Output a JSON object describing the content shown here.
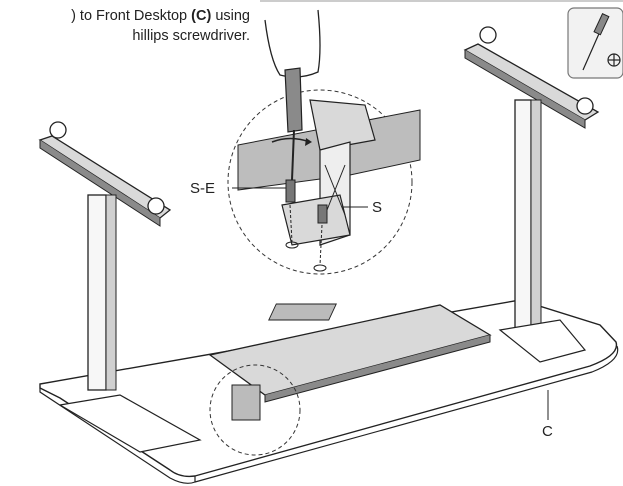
{
  "instruction": {
    "line1_a": ") to Front Desktop ",
    "line1_b": "(C)",
    "line1_c": " using",
    "line2": "hillips screwdriver."
  },
  "callouts": {
    "screw": "S-E",
    "bracket": "S",
    "desktop": "C"
  },
  "icons": [
    "phillips-screwdriver-icon",
    "phillips-head-icon"
  ],
  "colors": {
    "line": "#222222",
    "fill_light": "#d9d9d9",
    "fill_dark": "#8a8a8a",
    "board": "#f5f5f5"
  }
}
